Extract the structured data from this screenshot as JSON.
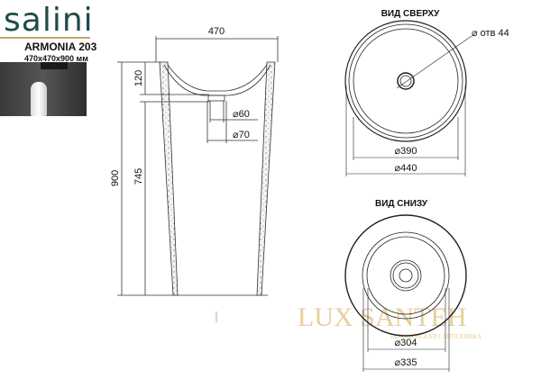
{
  "brand": {
    "logo": "salini",
    "model": "ARMONIA 203",
    "size": "470x470x900 мм"
  },
  "side_view": {
    "width": "470",
    "height": "900",
    "bowl_depth": "120",
    "lower_height": "745",
    "drain_inner": "⌀60",
    "drain_outer": "⌀70"
  },
  "top_view": {
    "title": "ВИД СВЕРХУ",
    "hole": "⌀ отв 44",
    "inner": "⌀390",
    "outer": "⌀440"
  },
  "bottom_view": {
    "title": "ВИД СНИЗУ",
    "inner": "⌀304",
    "outer": "⌀335"
  },
  "watermark": {
    "name": "LUX SANTEH",
    "tagline": "ЕВРОПЕЙСКАЯ САНТЕХНИКА"
  },
  "colors": {
    "logo": "#1f4a4a",
    "accent": "#c9a56a",
    "watermark": "#e6cf9c"
  }
}
